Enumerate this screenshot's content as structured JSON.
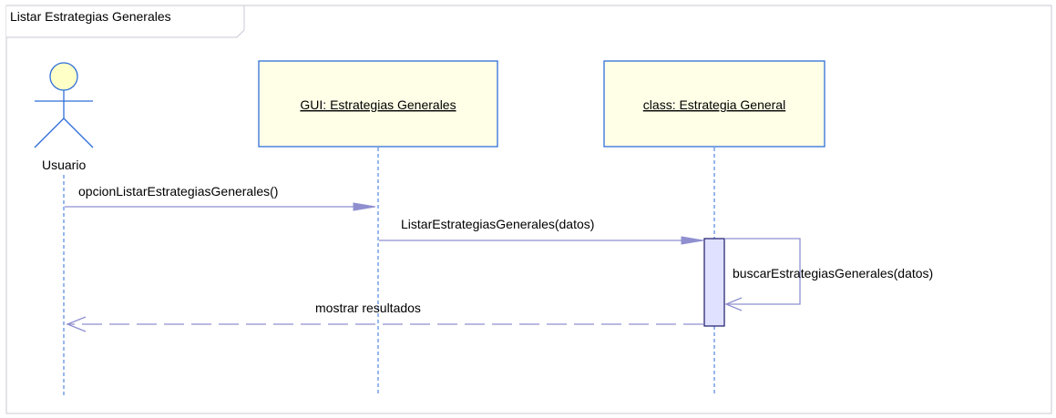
{
  "frame": {
    "title": "Listar Estrategias Generales"
  },
  "actors": [
    {
      "label": "Usuario"
    }
  ],
  "lifelines": [
    {
      "label": "GUI: Estrategias Generales"
    },
    {
      "label": "class: Estrategia General"
    }
  ],
  "messages": [
    {
      "label": "opcionListarEstrategiasGenerales()",
      "kind": "sync"
    },
    {
      "label": "ListarEstrategiasGenerales(datos)",
      "kind": "sync"
    },
    {
      "label": "buscarEstrategiasGenerales(datos)",
      "kind": "self"
    },
    {
      "label": "mostrar resultados",
      "kind": "return"
    }
  ],
  "colors": {
    "frame_border": "#c8c8d4",
    "lifeline_box_fill": "#ffffe8",
    "lifeline_box_border": "#2f6fd8",
    "lifeline_dash": "#2f6fd8",
    "actor_head_fill": "#ffffc8",
    "actor_stroke": "#2f6fd8",
    "message": "#8f8fd0",
    "activation_fill": "#e0e0ff",
    "activation_border": "#1a1a6a"
  }
}
